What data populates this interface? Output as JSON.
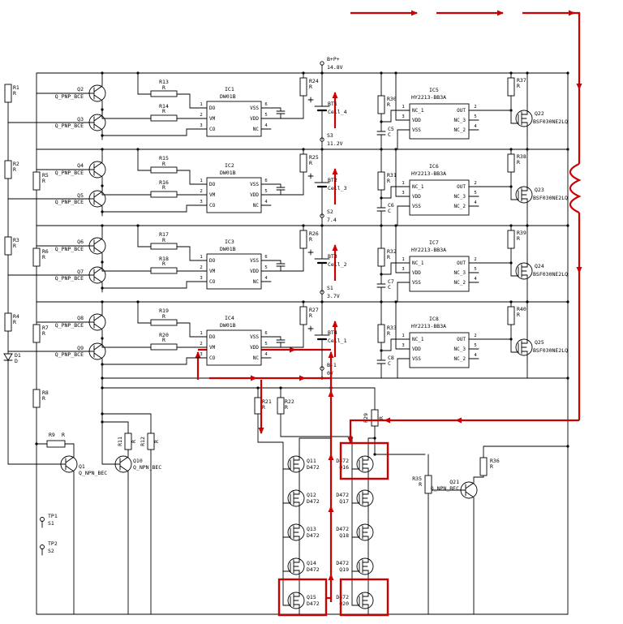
{
  "colors": {
    "wire": "#000000",
    "annotation": "#cc0000",
    "background": "#ffffff"
  },
  "terminals": [
    {
      "name": "B+P+",
      "value": "14.8V"
    },
    {
      "name": "S3",
      "value": "11.2V"
    },
    {
      "name": "S2",
      "value": "7.4"
    },
    {
      "name": "S1",
      "value": "3.7V"
    },
    {
      "name": "B-1",
      "value": "0V"
    }
  ],
  "rail_resistors": [
    {
      "ref": "R1",
      "value": "R"
    },
    {
      "ref": "R2",
      "value": "R"
    },
    {
      "ref": "R3",
      "value": "R"
    },
    {
      "ref": "R4",
      "value": "R"
    }
  ],
  "tap_resistors": [
    {
      "ref": "R5",
      "value": "R"
    },
    {
      "ref": "R6",
      "value": "R"
    },
    {
      "ref": "R7",
      "value": "R"
    },
    {
      "ref": "R8",
      "value": "R"
    }
  ],
  "diode": {
    "ref": "D1",
    "value": "D"
  },
  "dw": {
    "n1": "1",
    "p1": "DO",
    "n2": "2",
    "p2": "VM",
    "n3": "3",
    "p3": "CO",
    "n6": "6",
    "p6": "VSS",
    "n5": "5",
    "p5": "VDD",
    "n4": "4",
    "p4": "NC"
  },
  "hy": {
    "n1": "1",
    "p1": "NC_1",
    "n3": "3",
    "p3": "VDD",
    "pv": "VSS",
    "n2": "2",
    "p2": "OUT",
    "n5": "5",
    "p5": "NC_3",
    "n4": "4",
    "p4": "NC_2"
  },
  "rows": [
    {
      "q_top": {
        "ref": "Q2",
        "value": "Q_PNP_BCE"
      },
      "q_bot": {
        "ref": "Q3",
        "value": "Q_PNP_BCE"
      },
      "r_top": {
        "ref": "R13",
        "value": "R"
      },
      "r_bot": {
        "ref": "R14",
        "value": "R"
      },
      "ic": {
        "ref": "IC1",
        "value": "DW01B"
      },
      "r_shunt": {
        "ref": "R24",
        "value": "R"
      },
      "bt": {
        "ref": "BT1",
        "value": "Cell_4"
      },
      "r_bal": {
        "ref": "R30",
        "value": "R"
      },
      "cap": {
        "ref": "C5",
        "value": "C"
      },
      "ic_bal": {
        "ref": "IC5",
        "value": "HY2213-BB3A"
      },
      "r_gate": {
        "ref": "R37",
        "value": "R"
      },
      "q_fet": {
        "ref": "Q22",
        "value": "BSF030NE2LQ"
      }
    },
    {
      "q_top": {
        "ref": "Q4",
        "value": "Q_PNP_BCE"
      },
      "q_bot": {
        "ref": "Q5",
        "value": "Q_PNP_BCE"
      },
      "r_top": {
        "ref": "R15",
        "value": "R"
      },
      "r_bot": {
        "ref": "R16",
        "value": "R"
      },
      "ic": {
        "ref": "IC2",
        "value": "DW01B"
      },
      "r_shunt": {
        "ref": "R25",
        "value": "R"
      },
      "bt": {
        "ref": "BT2",
        "value": "Cell_3"
      },
      "r_bal": {
        "ref": "R31",
        "value": "R"
      },
      "cap": {
        "ref": "C6",
        "value": "C"
      },
      "ic_bal": {
        "ref": "IC6",
        "value": "HY2213-BB3A"
      },
      "r_gate": {
        "ref": "R38",
        "value": "R"
      },
      "q_fet": {
        "ref": "Q23",
        "value": "BSF030NE2LQ"
      }
    },
    {
      "q_top": {
        "ref": "Q6",
        "value": "Q_PNP_BCE"
      },
      "q_bot": {
        "ref": "Q7",
        "value": "Q_PNP_BCE"
      },
      "r_top": {
        "ref": "R17",
        "value": "R"
      },
      "r_bot": {
        "ref": "R18",
        "value": "R"
      },
      "ic": {
        "ref": "IC3",
        "value": "DW01B"
      },
      "r_shunt": {
        "ref": "R26",
        "value": "R"
      },
      "bt": {
        "ref": "BT3",
        "value": "Cell_2"
      },
      "r_bal": {
        "ref": "R32",
        "value": "R"
      },
      "cap": {
        "ref": "C7",
        "value": "C"
      },
      "ic_bal": {
        "ref": "IC7",
        "value": "HY2213-BB3A"
      },
      "r_gate": {
        "ref": "R39",
        "value": "R"
      },
      "q_fet": {
        "ref": "Q24",
        "value": "BSF030NE2LQ"
      }
    },
    {
      "q_top": {
        "ref": "Q8",
        "value": "Q_PNP_BCE"
      },
      "q_bot": {
        "ref": "Q9",
        "value": "Q_PNP_BCE"
      },
      "r_top": {
        "ref": "R19",
        "value": "R"
      },
      "r_bot": {
        "ref": "R20",
        "value": "R"
      },
      "ic": {
        "ref": "IC4",
        "value": "DW01B"
      },
      "r_shunt": {
        "ref": "R27",
        "value": "R"
      },
      "bt": {
        "ref": "BT4",
        "value": "Cell_1"
      },
      "r_bal": {
        "ref": "R33",
        "value": "R"
      },
      "cap": {
        "ref": "C8",
        "value": "C"
      },
      "ic_bal": {
        "ref": "IC8",
        "value": "HY2213-BB3A"
      },
      "r_gate": {
        "ref": "R40",
        "value": "R"
      },
      "q_fet": {
        "ref": "Q25",
        "value": "BSF030NE2LQ"
      }
    }
  ],
  "bottom": {
    "r21": {
      "ref": "R21",
      "value": "R"
    },
    "r22": {
      "ref": "R22",
      "value": "R"
    },
    "r29": {
      "ref": "R29",
      "value": "R"
    },
    "r9": {
      "ref": "R9",
      "value": "R"
    },
    "r11": {
      "ref": "R11",
      "value": "R"
    },
    "r12": {
      "ref": "R12",
      "value": "R"
    },
    "q1": {
      "ref": "Q1",
      "value": "Q_NPN_BEC"
    },
    "q10": {
      "ref": "Q10",
      "value": "Q_NPN_BEC"
    },
    "q21": {
      "ref": "Q21",
      "value": "Q_NPN_BEC"
    },
    "tp1": {
      "ref": "TP1",
      "value": "S1"
    },
    "tp2": {
      "ref": "TP2",
      "value": "S2"
    },
    "r35": {
      "ref": "R35",
      "value": "R"
    },
    "r36": {
      "ref": "R36",
      "value": "R"
    },
    "fets_left": [
      {
        "ref": "Q11",
        "value": "D472"
      },
      {
        "ref": "Q12",
        "value": "D472"
      },
      {
        "ref": "Q13",
        "value": "D472"
      },
      {
        "ref": "Q14",
        "value": "D472"
      },
      {
        "ref": "Q15",
        "value": "D472"
      }
    ],
    "fets_right": [
      {
        "ref": "Q16",
        "value": "D472"
      },
      {
        "ref": "Q17",
        "value": "D472"
      },
      {
        "ref": "Q18",
        "value": "D472"
      },
      {
        "ref": "Q19",
        "value": "D472"
      },
      {
        "ref": "Q20",
        "value": "D472"
      }
    ]
  }
}
